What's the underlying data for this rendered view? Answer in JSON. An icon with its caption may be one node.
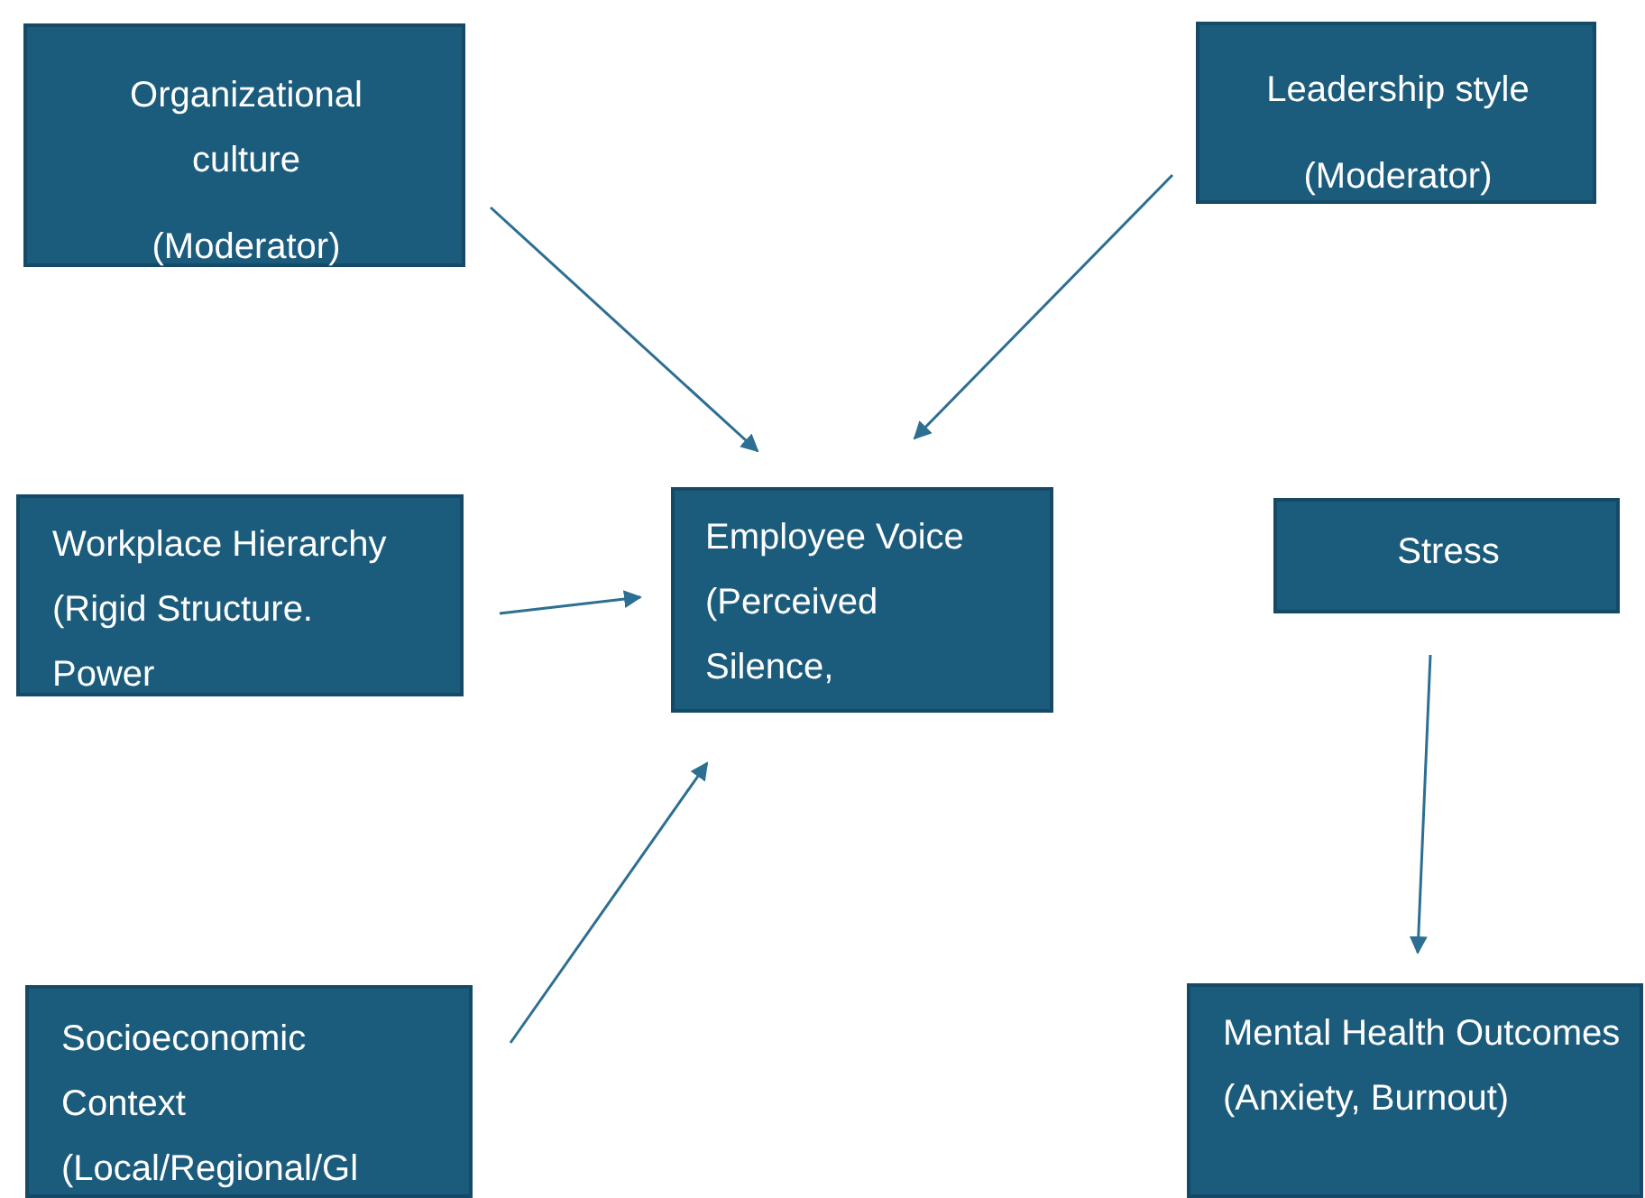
{
  "diagram": {
    "nodes": [
      {
        "text": [
          "Organizational culture",
          "(Moderator)"
        ]
      },
      {
        "text": [
          "Leadership style",
          "(Moderator)"
        ]
      },
      {
        "text": [
          "Workplace Hierarchy (Rigid Structure. Power"
        ]
      },
      {
        "text": [
          "Employee Voice (Perceived Silence,"
        ]
      },
      {
        "text": [
          "Stress"
        ]
      },
      {
        "text": [
          "Socioeconomic Context (Local/Regional/Gl"
        ]
      },
      {
        "text": [
          "Mental Health Outcomes (Anxiety, Burnout)"
        ]
      }
    ],
    "edges": [
      {
        "from": 0,
        "to": 3,
        "arrow": "to"
      },
      {
        "from": 1,
        "to": 3,
        "arrow": "to"
      },
      {
        "from": 2,
        "to": 3,
        "arrow": "to"
      },
      {
        "from": 5,
        "to": 3,
        "arrow": "to"
      },
      {
        "from": 4,
        "to": 6,
        "arrow": "to"
      }
    ]
  }
}
